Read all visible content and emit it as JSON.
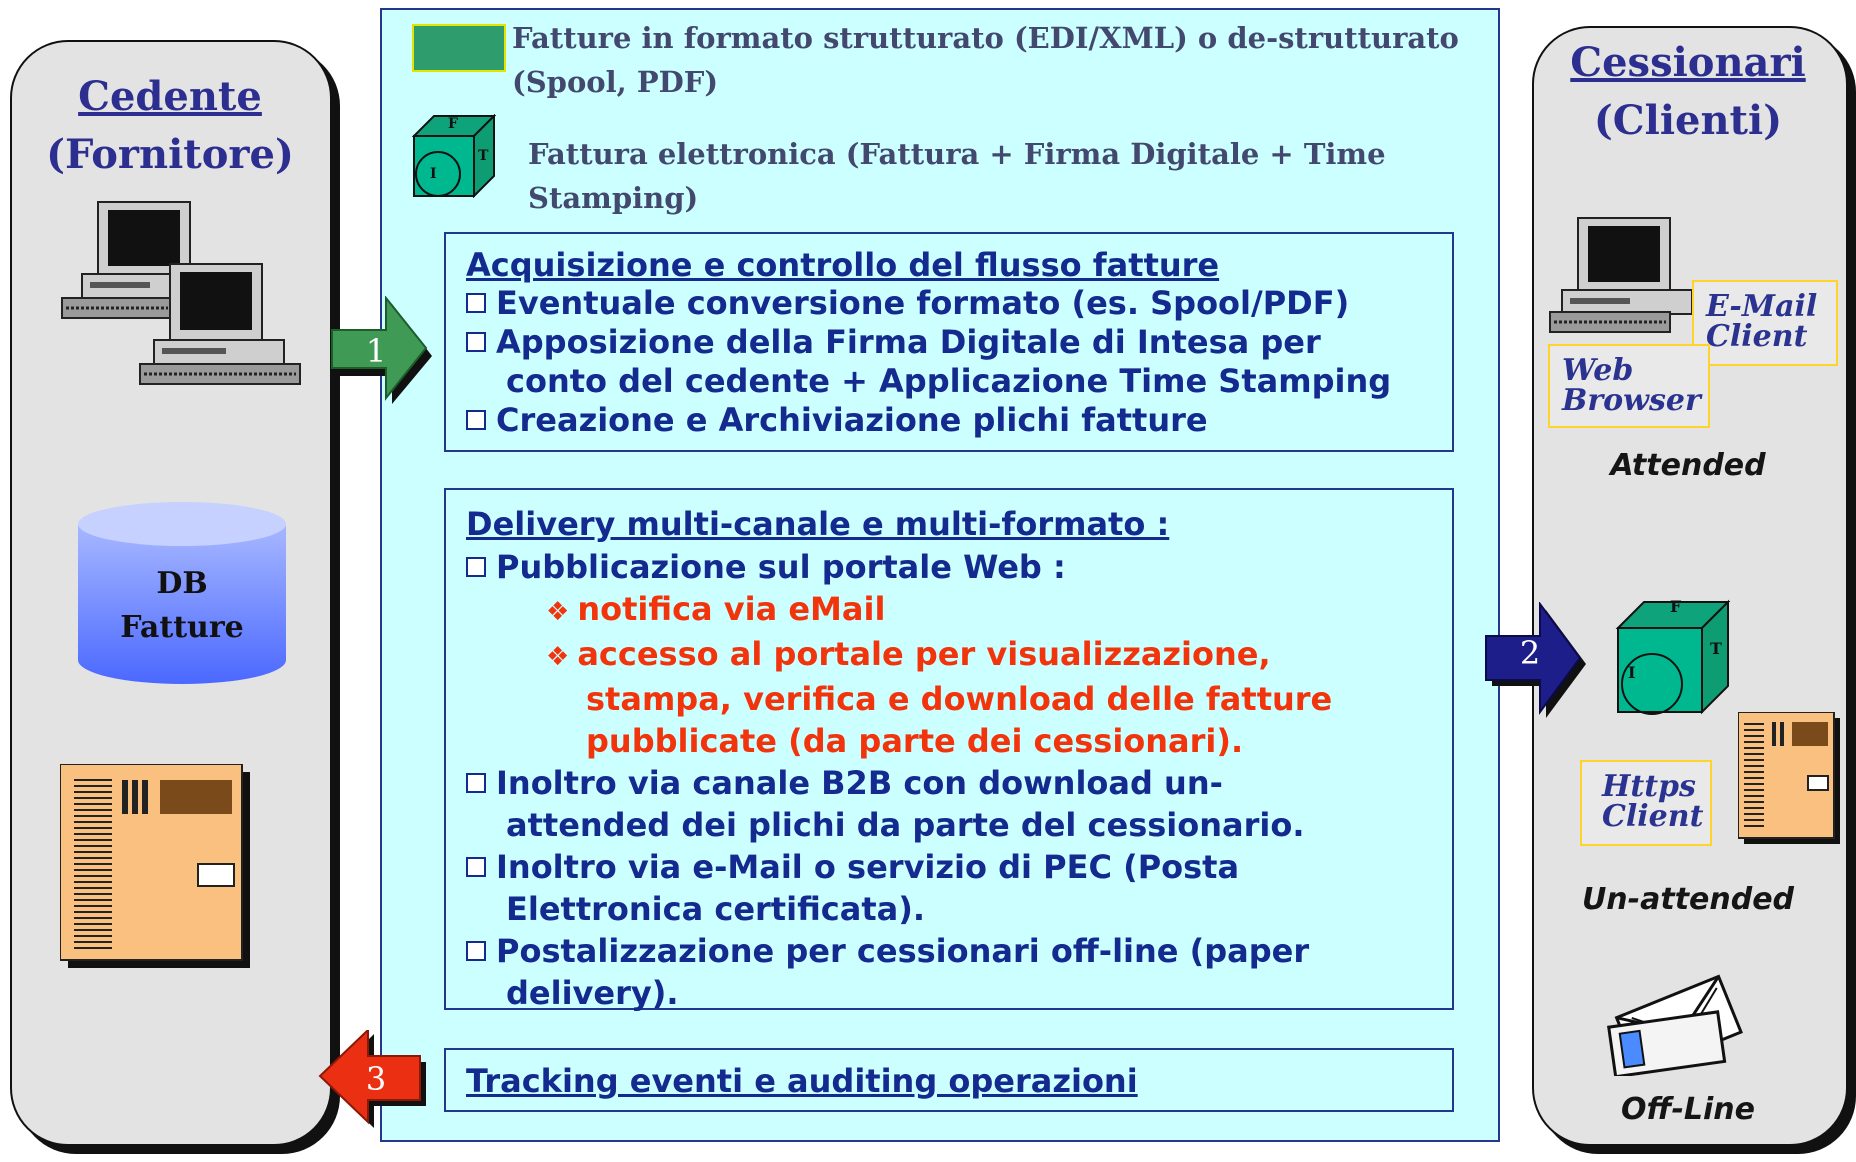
{
  "left_panel": {
    "title_line1": "Cedente",
    "title_line2": "(Fornitore)",
    "db_label_line1": "DB",
    "db_label_line2": "Fatture"
  },
  "right_panel": {
    "title_line1": "Cessionari",
    "title_line2": "(Clienti)",
    "email_client_line1": "E-Mail",
    "email_client_line2": "Client",
    "web_browser_line1": "Web",
    "web_browser_line2": "Browser",
    "attended": "Attended",
    "https_line1": "Https",
    "https_line2": "Client",
    "unattended": "Un-attended",
    "offline": "Off-Line"
  },
  "legend": {
    "item1_line1": "Fatture in formato strutturato (EDI/XML) o de-strutturato",
    "item1_line2": "(Spool, PDF)",
    "item2_line1": "Fattura elettronica (Fattura + Firma Digitale + Time",
    "item2_line2": "Stamping)",
    "cube_f": "F",
    "cube_t": "T",
    "cube_i": "I"
  },
  "box1": {
    "header": "Acquisizione e controllo del flusso fatture",
    "l1": "Eventuale conversione formato (es. Spool/PDF)",
    "l2a": "Apposizione della Firma Digitale di Intesa per",
    "l2b": "conto del cedente + Applicazione Time Stamping",
    "l3": "Creazione e Archiviazione plichi fatture"
  },
  "box2": {
    "header": "Delivery multi-canale e multi-formato :",
    "l1": "Pubblicazione sul portale Web :",
    "s1": "notifica via eMail",
    "s2a": "accesso al portale per  visualizzazione,",
    "s2b": "stampa, verifica e download delle fatture",
    "s2c": "pubblicate (da parte dei cessionari).",
    "l2a": "Inoltro via canale B2B con download un-",
    "l2b": "attended dei plichi da parte del cessionario.",
    "l3a": "Inoltro via e-Mail o servizio di PEC (Posta",
    "l3b": "Elettronica certificata).",
    "l4a": "Postalizzazione per cessionari off-line (paper",
    "l4b": "delivery)."
  },
  "box3": {
    "header": "Tracking eventi e auditing operazioni"
  },
  "arrows": {
    "a1": "1",
    "a2": "2",
    "a3": "3"
  },
  "colors": {
    "center_bg": "#ccffff",
    "box_text": "#142a8f",
    "highlight": "#f2340c",
    "panel_bg": "#e3e3e3"
  }
}
